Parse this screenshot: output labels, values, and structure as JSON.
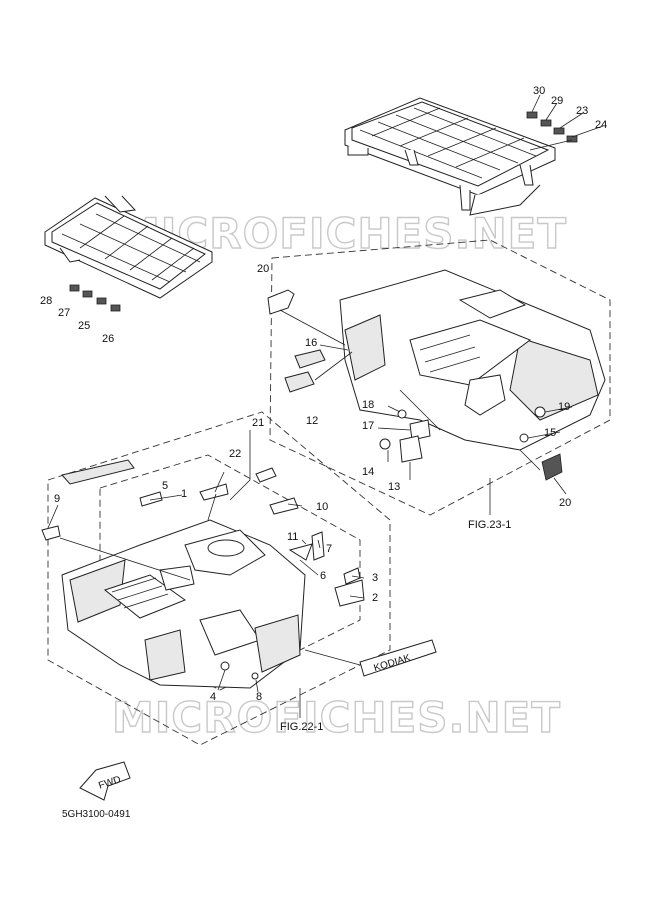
{
  "watermark": {
    "top": "MICROFICHES.NET",
    "bottom": "MICROFICHES.NET"
  },
  "callouts": [
    {
      "id": "c30",
      "label": "30"
    },
    {
      "id": "c29",
      "label": "29"
    },
    {
      "id": "c23",
      "label": "23"
    },
    {
      "id": "c24",
      "label": "24"
    },
    {
      "id": "c28",
      "label": "28"
    },
    {
      "id": "c27",
      "label": "27"
    },
    {
      "id": "c25",
      "label": "25"
    },
    {
      "id": "c26",
      "label": "26"
    },
    {
      "id": "c20a",
      "label": "20"
    },
    {
      "id": "c16",
      "label": "16"
    },
    {
      "id": "c12",
      "label": "12"
    },
    {
      "id": "c18",
      "label": "18"
    },
    {
      "id": "c17",
      "label": "17"
    },
    {
      "id": "c14",
      "label": "14"
    },
    {
      "id": "c13",
      "label": "13"
    },
    {
      "id": "c19",
      "label": "19"
    },
    {
      "id": "c15",
      "label": "15"
    },
    {
      "id": "c20b",
      "label": "20"
    },
    {
      "id": "c21",
      "label": "21"
    },
    {
      "id": "c22",
      "label": "22"
    },
    {
      "id": "c5",
      "label": "5"
    },
    {
      "id": "c1",
      "label": "1"
    },
    {
      "id": "c9",
      "label": "9"
    },
    {
      "id": "c10",
      "label": "10"
    },
    {
      "id": "c11",
      "label": "11"
    },
    {
      "id": "c7",
      "label": "7"
    },
    {
      "id": "c6",
      "label": "6"
    },
    {
      "id": "c3",
      "label": "3"
    },
    {
      "id": "c2",
      "label": "2"
    },
    {
      "id": "c4",
      "label": "4"
    },
    {
      "id": "c8",
      "label": "8"
    }
  ],
  "figure_refs": {
    "fig23": "FIG.23-1",
    "fig22": "FIG.22-1"
  },
  "decals": {
    "fwd": "FWD",
    "brand": "KODIAK"
  },
  "drawing_code": "5GH3100-0491"
}
